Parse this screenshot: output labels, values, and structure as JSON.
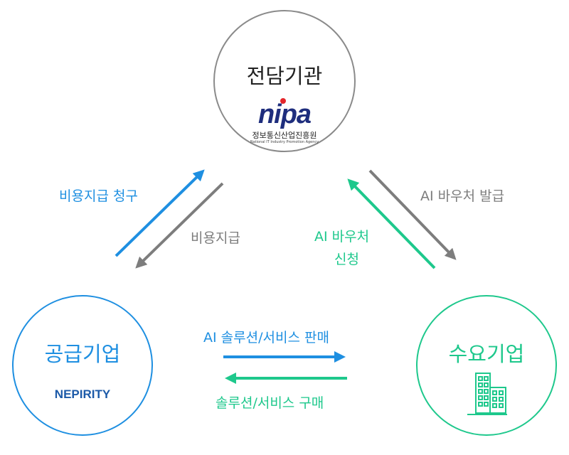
{
  "nodes": {
    "top": {
      "title": "전담기관",
      "logo_text": "nipa",
      "logo_korean": "정보통신산업진흥원",
      "logo_english": "National IT Industry Promotion Agency"
    },
    "left": {
      "title": "공급기업",
      "subtitle": "NEPIRITY"
    },
    "right": {
      "title": "수요기업",
      "icon": "building-icon"
    }
  },
  "edges": {
    "cost_claim": "비용지급 청구",
    "cost_pay": "비용지급",
    "voucher_apply_line1": "AI 바우처",
    "voucher_apply_line2": "신청",
    "voucher_issue": "AI 바우처 발급",
    "sell": "AI 솔루션/서비스 판매",
    "buy": "솔루션/서비스 구매"
  },
  "colors": {
    "supplier": "#1e8fe1",
    "demand": "#1ec88c",
    "agency": "#7d7d7d",
    "logo_navy": "#1e2d7d",
    "logo_red": "#e4262b"
  }
}
